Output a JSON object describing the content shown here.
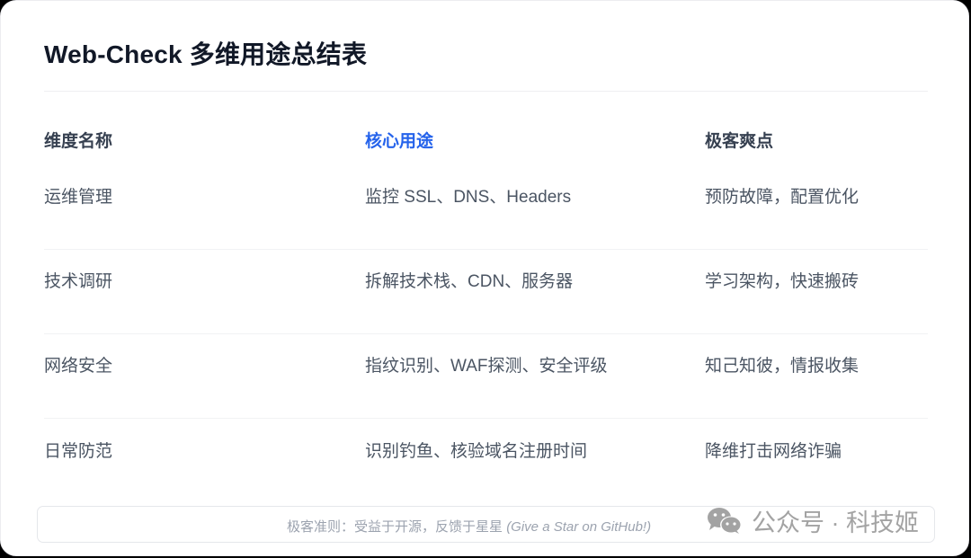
{
  "title": "Web-Check 多维用途总结表",
  "table": {
    "headers": [
      "维度名称",
      "核心用途",
      "极客爽点"
    ],
    "accent_header_index": 1,
    "rows": [
      [
        "运维管理",
        "监控 SSL、DNS、Headers",
        "预防故障，配置优化"
      ],
      [
        "技术调研",
        "拆解技术栈、CDN、服务器",
        "学习架构，快速搬砖"
      ],
      [
        "网络安全",
        "指纹识别、WAF探测、安全评级",
        "知己知彼，情报收集"
      ],
      [
        "日常防范",
        "识别钓鱼、核验域名注册时间",
        "降维打击网络诈骗"
      ]
    ]
  },
  "footer": {
    "text": "极客准则：受益于开源，反馈于星星",
    "italic": "(Give a Star on GitHub!)"
  },
  "watermark": {
    "icon": "wechat-icon",
    "text": "公众号 · 科技姬"
  },
  "colors": {
    "accent": "#2563eb",
    "title": "#111827",
    "header": "#374151",
    "body": "#4b5563",
    "muted": "#9ca3af"
  }
}
